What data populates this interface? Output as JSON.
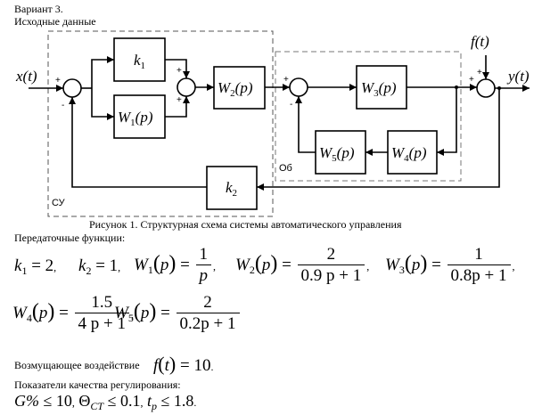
{
  "header": {
    "variant": "Вариант 3.",
    "initial_data": "Исходные данные"
  },
  "diagram": {
    "caption": "Рисунок 1. Структурная схема системы автоматического управления",
    "zones": {
      "controller": "СУ",
      "plant": "Об"
    },
    "signals": {
      "input": "x(t)",
      "disturbance": "f(t)",
      "output": "y(t)"
    },
    "blocks": {
      "k1": {
        "sym": "k",
        "sub": "1"
      },
      "k2": {
        "sym": "k",
        "sub": "2"
      },
      "W1": {
        "sym": "W",
        "sub": "1",
        "arg": "(p)"
      },
      "W2": {
        "sym": "W",
        "sub": "2",
        "arg": "(p)"
      },
      "W3": {
        "sym": "W",
        "sub": "3",
        "arg": "(p)"
      },
      "W4": {
        "sym": "W",
        "sub": "4",
        "arg": "(p)"
      },
      "W5": {
        "sym": "W",
        "sub": "5",
        "arg": "(p)"
      }
    },
    "signs": {
      "plus": "+",
      "minus": "-"
    }
  },
  "transfer_functions": {
    "heading": "Передаточные функции:",
    "k1": {
      "lhs": "k",
      "sub": "1",
      "value": "2"
    },
    "k2": {
      "lhs": "k",
      "sub": "2",
      "value": "1"
    },
    "W1": {
      "sub": "1",
      "num": "1",
      "den": "p"
    },
    "W2": {
      "sub": "2",
      "num": "2",
      "den": "0.9 p + 1"
    },
    "W3": {
      "sub": "3",
      "num": "1",
      "den": "0.8p + 1"
    },
    "W4": {
      "sub": "4",
      "num": "1.5",
      "den": "4 p + 1"
    },
    "W5": {
      "sub": "5",
      "num": "2",
      "den": "0.2p + 1"
    }
  },
  "disturbance": {
    "label": "Возмущающее воздействие",
    "value": "10"
  },
  "quality": {
    "heading": "Показатели качества регулирования:",
    "overshoot": {
      "sym": "G%",
      "op": "≤",
      "value": "10"
    },
    "static_error": {
      "sym": "Θ",
      "sub": "CT",
      "op": "≤",
      "value": "0.1"
    },
    "settling_time": {
      "sym": "t",
      "sub": "p",
      "op": "≤",
      "value": "1.8"
    }
  }
}
